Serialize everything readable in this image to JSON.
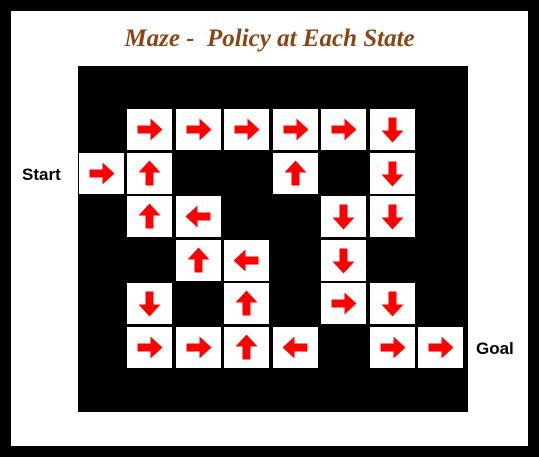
{
  "title": "Maze -  Policy at Each State",
  "labels": {
    "start": "Start",
    "goal": "Goal"
  },
  "colors": {
    "arrow": "#ff0000",
    "wall": "#000000",
    "title": "#8b4513",
    "cell": "#ffffff"
  },
  "grid": {
    "rows": 6,
    "cols": 8,
    "cells": [
      {
        "row": 0,
        "col": 1,
        "action": "right"
      },
      {
        "row": 0,
        "col": 2,
        "action": "right"
      },
      {
        "row": 0,
        "col": 3,
        "action": "right"
      },
      {
        "row": 0,
        "col": 4,
        "action": "right"
      },
      {
        "row": 0,
        "col": 5,
        "action": "right"
      },
      {
        "row": 0,
        "col": 6,
        "action": "down"
      },
      {
        "row": 1,
        "col": 0,
        "action": "right"
      },
      {
        "row": 1,
        "col": 1,
        "action": "up"
      },
      {
        "row": 1,
        "col": 4,
        "action": "up"
      },
      {
        "row": 1,
        "col": 6,
        "action": "down"
      },
      {
        "row": 2,
        "col": 1,
        "action": "up"
      },
      {
        "row": 2,
        "col": 2,
        "action": "left"
      },
      {
        "row": 2,
        "col": 5,
        "action": "down"
      },
      {
        "row": 2,
        "col": 6,
        "action": "down"
      },
      {
        "row": 3,
        "col": 2,
        "action": "up"
      },
      {
        "row": 3,
        "col": 3,
        "action": "left"
      },
      {
        "row": 3,
        "col": 5,
        "action": "down"
      },
      {
        "row": 4,
        "col": 1,
        "action": "down"
      },
      {
        "row": 4,
        "col": 3,
        "action": "up"
      },
      {
        "row": 4,
        "col": 5,
        "action": "right"
      },
      {
        "row": 4,
        "col": 6,
        "action": "down"
      },
      {
        "row": 5,
        "col": 1,
        "action": "right"
      },
      {
        "row": 5,
        "col": 2,
        "action": "right"
      },
      {
        "row": 5,
        "col": 3,
        "action": "up"
      },
      {
        "row": 5,
        "col": 4,
        "action": "left"
      },
      {
        "row": 5,
        "col": 6,
        "action": "right"
      },
      {
        "row": 5,
        "col": 7,
        "action": "right"
      }
    ]
  }
}
